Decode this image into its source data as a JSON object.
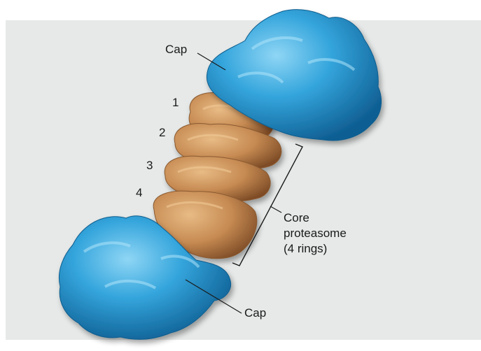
{
  "labels": {
    "cap_top": "Cap",
    "cap_bottom": "Cap",
    "ring_1": "1",
    "ring_2": "2",
    "ring_3": "3",
    "ring_4": "4",
    "core_line1": "Core",
    "core_line2": "proteasome",
    "core_line3": "(4 rings)"
  },
  "colors": {
    "background_panel": "#e6e9e8",
    "cap_blue": "#2f9fd8",
    "cap_dark": "#1372a8",
    "ring_tan": "#c98f58",
    "ring_dark": "#8f5b30"
  }
}
